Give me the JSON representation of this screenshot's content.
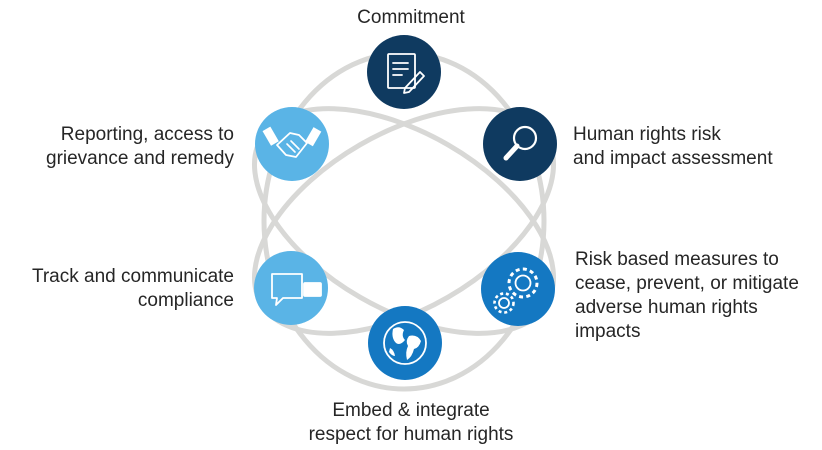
{
  "colors": {
    "ring": "#d8d8d6",
    "dark_navy": "#0f3a60",
    "mid_blue": "#1478c2",
    "light_blue": "#5ab4e6",
    "icon_line": "#ffffff",
    "text": "#262626"
  },
  "nodes": [
    {
      "id": "commitment",
      "color": "dark_navy",
      "icon": "document-pen-icon",
      "lines": [
        "Commitment"
      ]
    },
    {
      "id": "risk-assessment",
      "color": "dark_navy",
      "icon": "magnifier-icon",
      "lines": [
        "Human rights risk",
        "and impact assessment"
      ]
    },
    {
      "id": "measures",
      "color": "mid_blue",
      "icon": "gears-icon",
      "lines": [
        "Risk based measures to",
        "cease, prevent, or mitigate",
        "adverse human rights",
        "impacts"
      ]
    },
    {
      "id": "embed",
      "color": "mid_blue",
      "icon": "globe-icon",
      "lines": [
        "Embed & integrate",
        "respect for human rights"
      ]
    },
    {
      "id": "track",
      "color": "light_blue",
      "icon": "speech-bubbles-icon",
      "lines": [
        "Track and communicate",
        "compliance"
      ]
    },
    {
      "id": "reporting",
      "color": "light_blue",
      "icon": "handshake-icon",
      "lines": [
        "Reporting, access to",
        "grievance and remedy"
      ]
    }
  ]
}
